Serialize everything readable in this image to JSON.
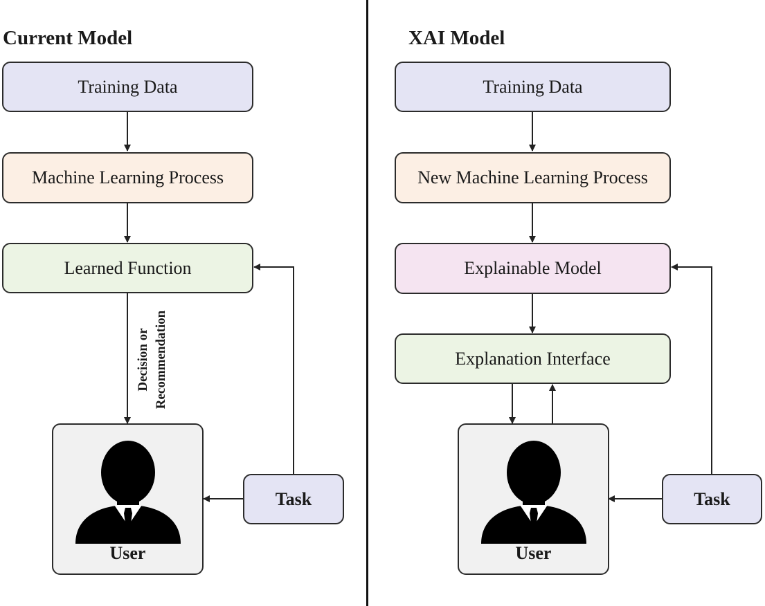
{
  "left": {
    "title": "Current Model",
    "training_data": "Training Data",
    "ml_process": "Machine Learning Process",
    "learned_function": "Learned Function",
    "edge_label_line1": "Decision or",
    "edge_label_line2": "Recommendation",
    "user": "User",
    "task": "Task"
  },
  "right": {
    "title": "XAI Model",
    "training_data": "Training Data",
    "ml_process": "New Machine Learning Process",
    "explainable_model": "Explainable Model",
    "explanation_interface": "Explanation Interface",
    "user": "User",
    "task": "Task"
  },
  "colors": {
    "training_data_fill": "#e4e4f4",
    "process_fill": "#fcefe4",
    "function_fill": "#ecf4e4",
    "explainable_fill": "#f5e4f1",
    "user_fill": "#f1f1f1",
    "stroke": "#2b2b2b"
  },
  "icons": {
    "user_icon": "person-silhouette-icon"
  }
}
